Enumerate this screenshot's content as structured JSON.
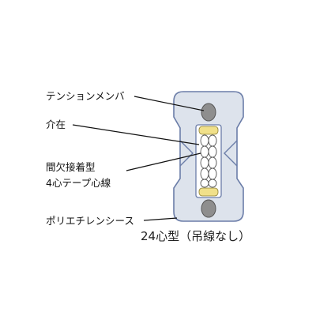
{
  "labels": {
    "tension_member": "テンションメンバ",
    "inclusion": "介在",
    "ribbon_line1": "間欠接着型",
    "ribbon_line2": "4心テープ心線",
    "sheath": "ポリエチレンシース"
  },
  "caption": "24心型（吊線なし）",
  "colors": {
    "sheath_fill": "#dde3ec",
    "sheath_stroke": "#6b7da8",
    "tension_member": "#8e8e8e",
    "inclusion": "#f0e08a",
    "fiber": "#ffffff",
    "text": "#111111"
  }
}
